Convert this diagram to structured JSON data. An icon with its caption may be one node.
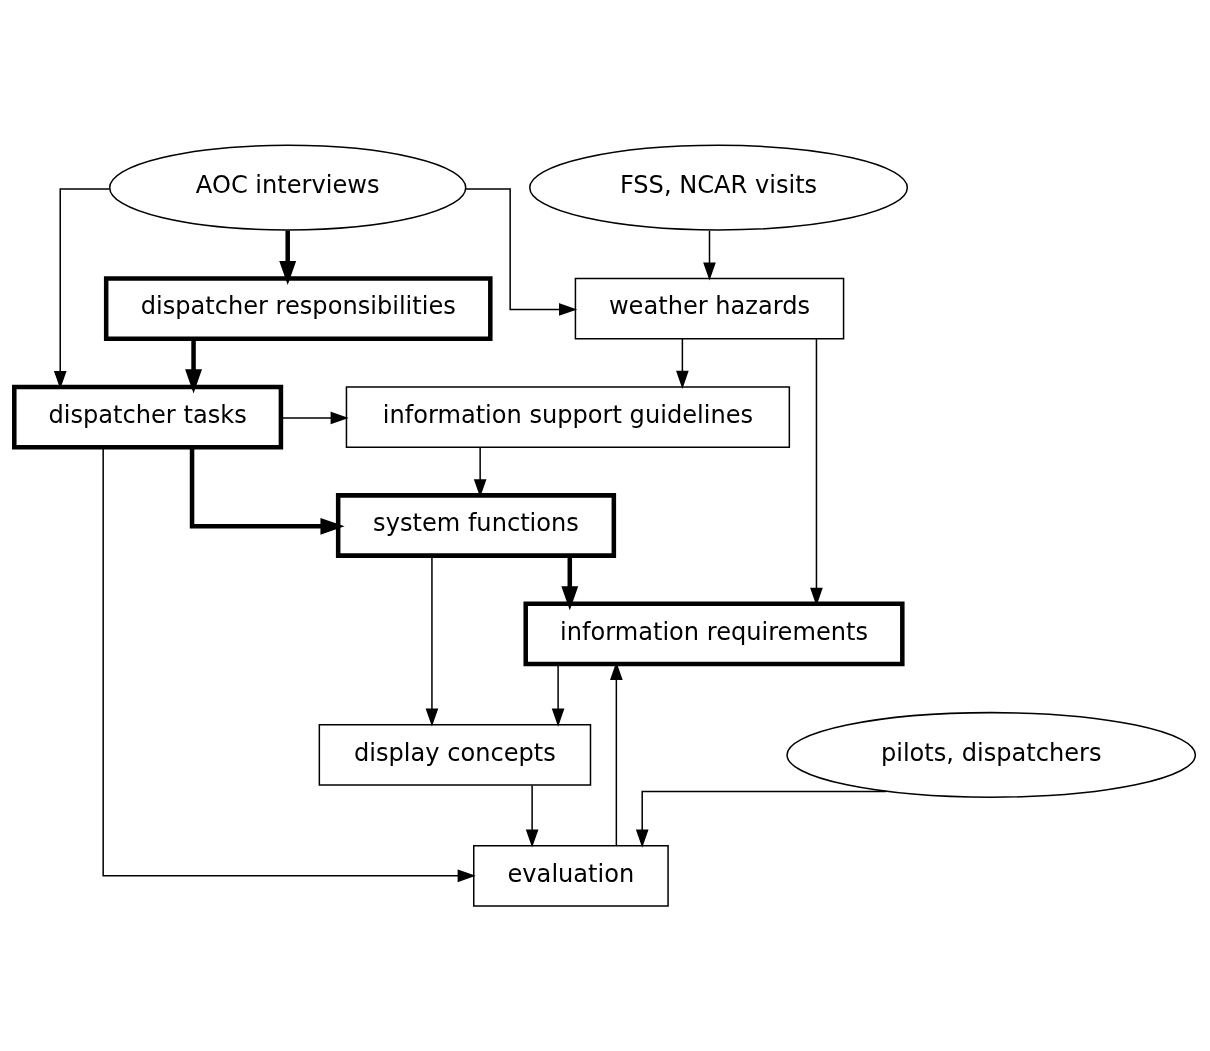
{
  "diagram": {
    "nodes": [
      {
        "text": [
          "AOC interviews"
        ]
      },
      {
        "text": [
          "dispatcher responsibilities"
        ]
      },
      {
        "text": [
          "FSS, NCAR visits"
        ]
      },
      {
        "text": [
          "dispatcher tasks"
        ]
      },
      {
        "text": [
          "weather hazards"
        ]
      },
      {
        "text": [
          "system functions"
        ]
      },
      {
        "text": [
          "information support guidelines"
        ]
      },
      {
        "text": [
          "information requirements"
        ]
      },
      {
        "text": [
          "display concepts"
        ]
      },
      {
        "text": [
          "evaluation"
        ]
      },
      {
        "text": [
          "pilots, dispatchers"
        ]
      }
    ],
    "edges": [
      {
        "from": 0,
        "to": 1,
        "arrow": "to",
        "style": "thick"
      },
      {
        "from": 0,
        "to": 3,
        "arrow": "to"
      },
      {
        "from": 0,
        "to": 4,
        "arrow": "to"
      },
      {
        "from": 2,
        "to": 4,
        "arrow": "to"
      },
      {
        "from": 1,
        "to": 3,
        "arrow": "to",
        "style": "thick"
      },
      {
        "from": 3,
        "to": 5,
        "arrow": "to",
        "style": "thick"
      },
      {
        "from": 3,
        "to": 6,
        "arrow": "to"
      },
      {
        "from": 4,
        "to": 6,
        "arrow": "to"
      },
      {
        "from": 6,
        "to": 5,
        "arrow": "to"
      },
      {
        "from": 5,
        "to": 7,
        "arrow": "to",
        "style": "thick"
      },
      {
        "from": 4,
        "to": 7,
        "arrow": "to"
      },
      {
        "from": 9,
        "to": 7,
        "arrow": "to"
      },
      {
        "from": 7,
        "to": 8,
        "arrow": "to"
      },
      {
        "from": 5,
        "to": 8,
        "arrow": "to"
      },
      {
        "from": 8,
        "to": 9,
        "arrow": "to"
      },
      {
        "from": 3,
        "to": 9,
        "arrow": "to"
      },
      {
        "from": 10,
        "to": 9,
        "arrow": "to"
      }
    ]
  }
}
